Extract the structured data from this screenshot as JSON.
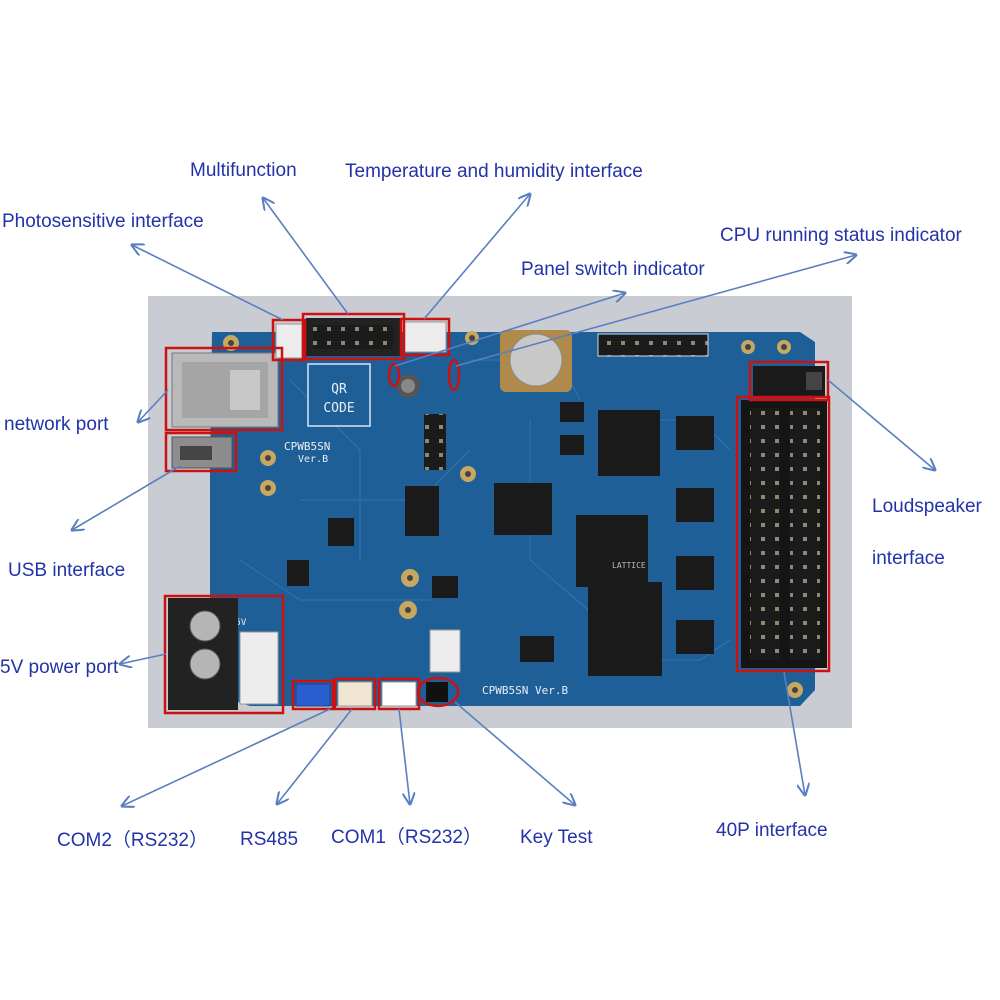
{
  "labels": {
    "multifunction": "Multifunction",
    "temp_humidity": "Temperature and humidity interface",
    "photosensitive": "Photosensitive interface",
    "cpu_status": "CPU running status indicator",
    "panel_switch": "Panel switch indicator",
    "network_port": "network port",
    "loudspeaker_1": "Loudspeaker",
    "loudspeaker_2": "interface",
    "usb": "USB interface",
    "power": "5V power port",
    "com2": "COM2（RS232）",
    "rs485": "RS485",
    "com1": "COM1（RS232）",
    "key_test": "Key Test",
    "p40": "40P interface"
  },
  "board": {
    "model_1": "CPWB5SN",
    "model_1_ver": "Ver.B",
    "model_2": "CPWB5SN  Ver.B",
    "qr_1": "QR",
    "qr_2": "CODE",
    "chip_brand": "LATTICE",
    "plus_5v": "+5V"
  },
  "colors": {
    "label_text": "#2233aa",
    "arrow": "#5a7fc0",
    "highlight": "#cc1111",
    "pcb": "#1f5f98",
    "background": "#ffffff"
  }
}
